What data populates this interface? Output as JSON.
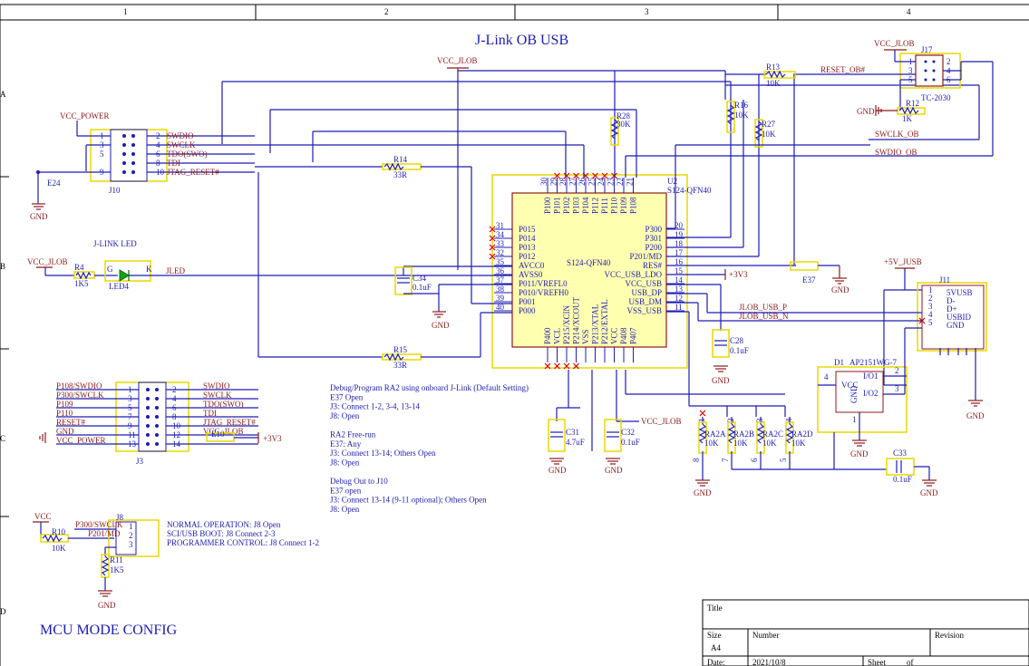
{
  "title": "J-Link OB USB",
  "mode_title": "MCU MODE CONFIG",
  "grid": {
    "cols": [
      "1",
      "2",
      "3",
      "4"
    ],
    "rows": [
      "A",
      "B",
      "C",
      "D"
    ]
  },
  "u2": {
    "ref": "U2",
    "part": "S124-QFN40",
    "center_label": "S124-QFN40",
    "left_pins": [
      [
        "31",
        "P015"
      ],
      [
        "34",
        "P014"
      ],
      [
        "33",
        "P013"
      ],
      [
        "32",
        "P012"
      ],
      [
        "35",
        "AVCC0"
      ],
      [
        "36",
        "AVSS0"
      ],
      [
        "37",
        "P011/VREFL0"
      ],
      [
        "38",
        "P010/VREFH0"
      ],
      [
        "39",
        "P001"
      ],
      [
        "40",
        "P000"
      ]
    ],
    "right_pins": [
      [
        "20",
        "P300"
      ],
      [
        "19",
        "P301"
      ],
      [
        "18",
        "P200"
      ],
      [
        "17",
        "P201/MD"
      ],
      [
        "16",
        "RES#"
      ],
      [
        "15",
        "VCC_USB_LDO"
      ],
      [
        "14",
        "VCC_USB"
      ],
      [
        "13",
        "USB_DP"
      ],
      [
        "12",
        "USB_DM"
      ],
      [
        "11",
        "VSS_USB"
      ]
    ],
    "top_pins": [
      "P100",
      "P101",
      "P102",
      "P103",
      "P104",
      "P112",
      "P111",
      "P110",
      "P109",
      "P108"
    ],
    "top_pin_nums": [
      "30",
      "29",
      "28",
      "27",
      "26",
      "25",
      "24",
      "23",
      "22",
      "21"
    ],
    "bottom_pins": [
      "P400",
      "VCL",
      "P215/XCIN",
      "P214/XCOUT",
      "VSS",
      "P213/XTAL",
      "P212/EXTAL",
      "VCC",
      "P408",
      "P407"
    ]
  },
  "j10": {
    "ref": "J10",
    "left_nums": [
      "1",
      "3",
      "5",
      "",
      "9"
    ],
    "right_nums": [
      "2",
      "4",
      "6",
      "8",
      "10"
    ],
    "signals": [
      "SWDIO",
      "SWCLK",
      "TDO(SWO)",
      "TDI",
      "JTAG_RESET#"
    ],
    "power": "VCC_POWER"
  },
  "j3": {
    "ref": "J3",
    "rows": [
      [
        "P108/SWDIO",
        "1",
        "2",
        "SWDIO"
      ],
      [
        "P300/SWCLK",
        "3",
        "4",
        "SWCLK"
      ],
      [
        "P109",
        "5",
        "6",
        "TDO(SWO)"
      ],
      [
        "P110",
        "7",
        "8",
        "TDI"
      ],
      [
        "RESET#",
        "9",
        "10",
        "JTAG_RESET#"
      ],
      [
        "GND",
        "11",
        "12",
        "VCC_JLOB"
      ],
      [
        "VCC_POWER",
        "13",
        "14",
        ""
      ]
    ]
  },
  "j17": {
    "ref": "J17",
    "part": "TC-2030",
    "nums": [
      "1",
      "2",
      "3",
      "4",
      "5",
      "6"
    ],
    "power": "VCC_JLOB"
  },
  "j11": {
    "ref": "J11",
    "pins": [
      "1",
      "2",
      "3",
      "4",
      "5"
    ],
    "labels": [
      "5VUSB",
      "D-",
      "D+",
      "USBID",
      "GND"
    ],
    "power": "+5V_JUSB"
  },
  "j8": {
    "ref": "J8",
    "pins": [
      "1",
      "2",
      "3"
    ],
    "nets": [
      "P300/SWCLK",
      "P201/MD"
    ]
  },
  "d1": {
    "ref": "D1",
    "part": "AP2151WG-7",
    "pins": [
      "VCC",
      "GND",
      "I/O1",
      "I/O2"
    ],
    "nums": [
      "4",
      "1",
      "2",
      "3"
    ]
  },
  "resistors": {
    "R4": "1K5",
    "R10": "10K",
    "R11": "1K5",
    "R12": "1K",
    "R13": "10K",
    "R14": "33R",
    "R15": "33R",
    "R16": "10K",
    "R27": "10K",
    "R28": "30K"
  },
  "res_arrays": [
    [
      "RA2A",
      "10K"
    ],
    [
      "RA2B",
      "10K"
    ],
    [
      "RA2C",
      "10K"
    ],
    [
      "RA2D",
      "10K"
    ]
  ],
  "ra_pins": [
    "1",
    "8",
    "2",
    "7",
    "3",
    "6",
    "4",
    "5"
  ],
  "caps": {
    "C28": "0.1uF",
    "C31": "4.7uF",
    "C32": "0.1uF",
    "C33": "0.1uF",
    "C34": "0.1uF"
  },
  "nets": {
    "vcc_jlob": "VCC_JLOB",
    "vcc_power": "VCC_POWER",
    "gnd": "GND",
    "p3v3": "+3V3",
    "vcc": "VCC",
    "reset": "RESET_OB#",
    "swclk": "SWCLK_OB",
    "swdio": "SWDIO_OB",
    "usbp": "JLOB_USB_P",
    "usbn": "JLOB_USB_N"
  },
  "labels": {
    "e24": "E24",
    "e10": "E10",
    "e37": "E37",
    "led_title": "J-LINK LED",
    "led4": "LED4",
    "jled": "JLED",
    "led_g": "G",
    "led_k": "K"
  },
  "notes": [
    "Debug/Program RA2 using onboard  J-Link (Default Setting)",
    "E37 Open",
    "J3: Connect 1-2, 3-4, 13-14",
    "J8: Open",
    "",
    "RA2 Free-run",
    "E37: Any",
    "J3: Connect 13-14; Others Open",
    "J8: Open",
    "",
    "Debug Out to J10",
    "E37 open",
    "J3: Connect 13-14 (9-11 optional); Others Open",
    "J8: Open"
  ],
  "mode_notes": [
    "NORMAL OPERATION: J8 Open",
    "SCI/USB BOOT: J8 Connect 2-3",
    "PROGRAMMER CONTROL: J8 Connect 1-2"
  ],
  "title_block": {
    "title_lbl": "Title",
    "size_lbl": "Size",
    "size": "A4",
    "number_lbl": "Number",
    "revision_lbl": "Revision",
    "date_lbl": "Date:",
    "date": "2021/10/8",
    "sheet_lbl": "Sheet",
    "of_lbl": "of"
  }
}
